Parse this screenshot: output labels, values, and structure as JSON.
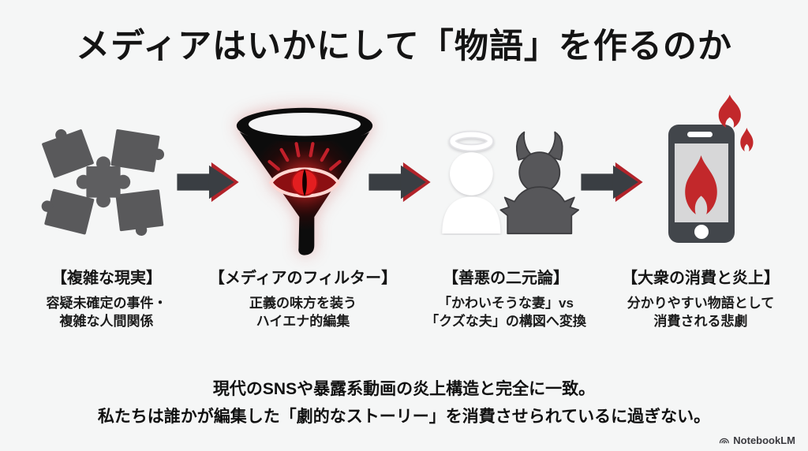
{
  "title": "メディアはいかにして「物語」を作るのか",
  "steps": [
    {
      "icon": "puzzle-pieces-icon",
      "heading": "【複雑な現実】",
      "desc1": "容疑未確定の事件・",
      "desc2": "複雑な人間関係"
    },
    {
      "icon": "funnel-eye-icon",
      "heading": "【メディアのフィルター】",
      "desc1": "正義の味方を装う",
      "desc2": "ハイエナ的編集"
    },
    {
      "icon": "angel-devil-icon",
      "heading": "【善悪の二元論】",
      "desc1": "「かわいそうな妻」vs",
      "desc2": "「クズな夫」の構図へ変換"
    },
    {
      "icon": "phone-flames-icon",
      "heading": "【大衆の消費と炎上】",
      "desc1": "分かりやすい物語として",
      "desc2": "消費される悲劇"
    }
  ],
  "arrows": {
    "icon": "arrow-right-icon",
    "count": 3
  },
  "conclusion": {
    "line1": "現代のSNSや暴露系動画の炎上構造と完全に一致。",
    "line2": "私たちは誰かが編集した「劇的なストーリー」を消費させられているに過ぎない。"
  },
  "footer": {
    "logo_icon": "notebooklm-logo-icon",
    "brand": "NotebookLM"
  },
  "colors": {
    "background": "#f5f6f6",
    "text": "#141414",
    "icon_gray": "#59595b",
    "arrow_dark": "#3a3e43",
    "accent_red": "#b2232a",
    "flame_red": "#c2282b",
    "funnel_black": "#0c0c0c",
    "eye_red": "#e31e20"
  }
}
